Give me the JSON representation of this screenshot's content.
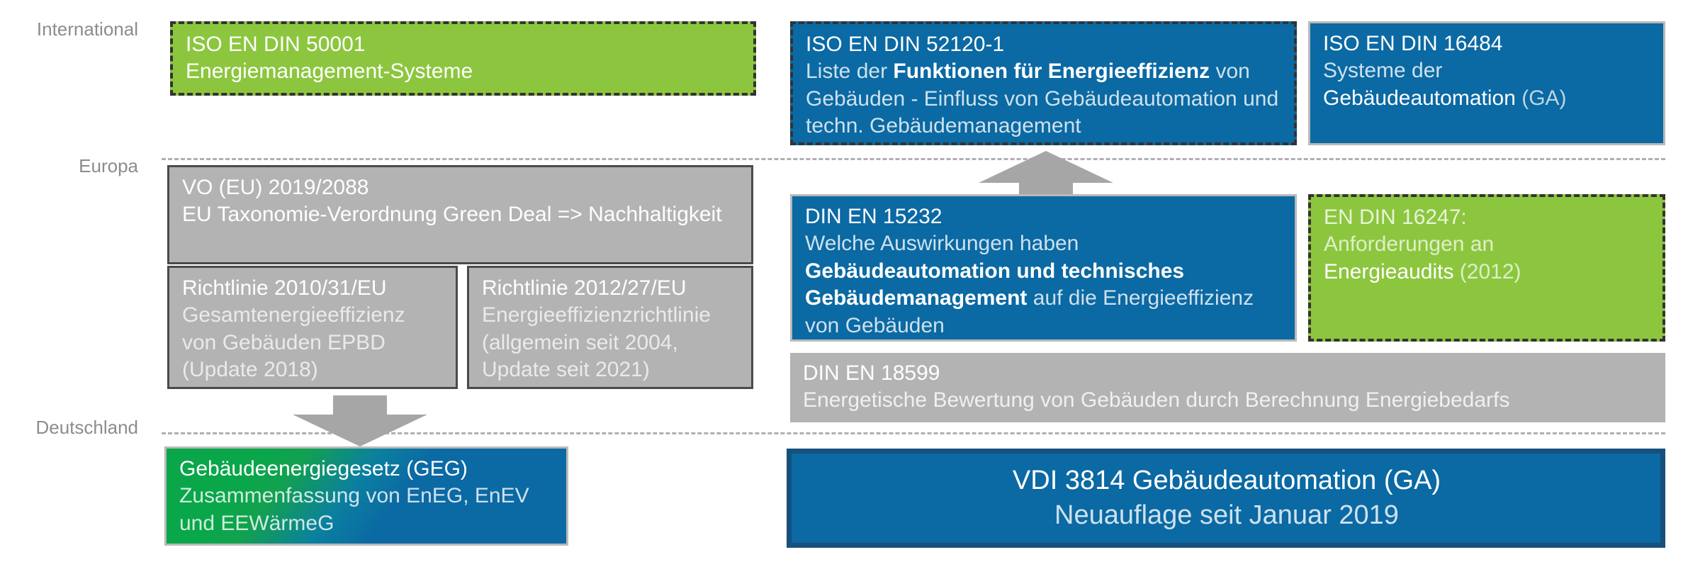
{
  "diagram": {
    "title_fragment": "",
    "row_labels": [
      {
        "name": "international",
        "text": "International"
      },
      {
        "name": "europa",
        "text": "Europa"
      },
      {
        "name": "deutschland",
        "text": "Deutschland"
      }
    ],
    "colors": {
      "green": "#8cc63e",
      "blue": "#0b69a3",
      "gray": "#b3b3b3",
      "bright_green": "#0aa64a",
      "navy_border": "#16507c",
      "label_gray": "#8c8c8c",
      "divider_gray": "#b0b0b0",
      "arrow_gray": "#a6a6a6"
    },
    "boxes": {
      "iso_50001": {
        "line1": "ISO EN DIN 50001",
        "line2": "Energiemanagement-Systeme"
      },
      "iso_52120": {
        "line1": "ISO EN DIN 52120-1",
        "line2_a": "Liste der ",
        "line2_b": "Funktionen für Energieeffizienz",
        "line2_c": " von Gebäuden - Einfluss von Gebäudeautomation und  techn. Gebäudemanagement"
      },
      "iso_16484": {
        "line1": "ISO EN DIN 16484",
        "line2": "Systeme der",
        "line3_a": "Gebäudeautomation",
        "line3_b": " (GA)"
      },
      "vo_eu_2019_2088": {
        "line1": "VO (EU) 2019/2088",
        "line2": "EU Taxonomie-Verordnung Green Deal => Nachhaltigkeit"
      },
      "richtlinie_2010_31": {
        "line1": "Richtlinie 2010/31/EU",
        "line2": "Gesamtenergieeffizienz von Gebäuden EPBD (Update 2018)"
      },
      "richtlinie_2012_27": {
        "line1": "Richtlinie 2012/27/EU",
        "line2": "Energieeffizienzrichtlinie (allgemein seit 2004, Update seit 2021)"
      },
      "din_15232": {
        "line1": "DIN EN 15232",
        "line2": "Welche Auswirkungen haben",
        "line3": "Gebäudeautomation und technisches Gebäudemanagement",
        "line4": " auf die Energieeffizienz von Gebäuden"
      },
      "en_16247": {
        "line1": "EN DIN 16247:",
        "line2": "Anforderungen an",
        "line3_a": "Energieaudits",
        "line3_b": " (2012)"
      },
      "din_18599": {
        "line1": "DIN EN 18599",
        "line2": "Energetische Bewertung von Gebäuden durch Berechnung Energiebedarfs"
      },
      "geg": {
        "line1": "Gebäudeenergiegesetz (GEG)",
        "line2": "Zusammenfassung von EnEG, EnEV und EEWärmeG"
      },
      "vdi_3814": {
        "line1": "VDI 3814 Gebäudeautomation (GA)",
        "line2": "Neuauflage seit Januar 2019"
      }
    },
    "arrows": [
      {
        "name": "arrow-up-europa-to-international",
        "direction": "up"
      },
      {
        "name": "arrow-down-europa-to-deutschland",
        "direction": "down"
      }
    ]
  }
}
